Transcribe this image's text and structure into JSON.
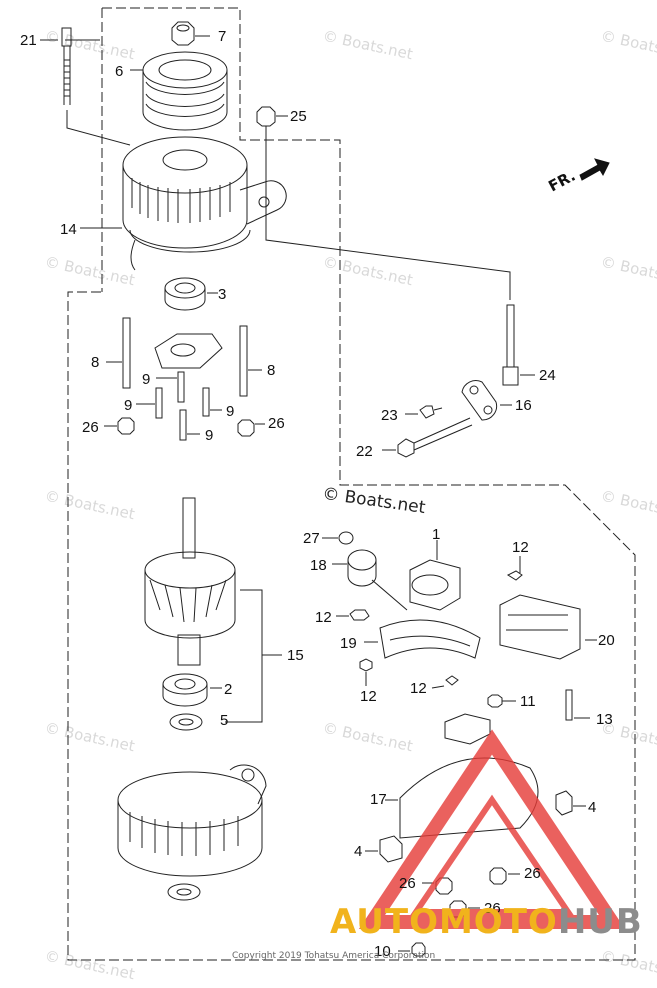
{
  "diagram": {
    "orientation_label": "FR.",
    "copyright_overlay": "© Boats.net",
    "footer_copyright": "Copyright 2019 Tohatsu America Corporation",
    "watermark_text": "© Boats.net",
    "brand": {
      "part_a": "AUTOMOTO",
      "part_b": "HUB",
      "color_a": "#f1b31c",
      "color_b": "#8c8c8c",
      "triangle_color": "#e63a36"
    },
    "callouts": [
      "21",
      "7",
      "6",
      "25",
      "14",
      "3",
      "8",
      "8",
      "9",
      "9",
      "9",
      "9",
      "26",
      "26",
      "24",
      "23",
      "16",
      "22",
      "27",
      "1",
      "12",
      "18",
      "12",
      "20",
      "19",
      "15",
      "12",
      "12",
      "11",
      "2",
      "13",
      "5",
      "17",
      "4",
      "4",
      "26",
      "26",
      "26",
      "10"
    ]
  }
}
